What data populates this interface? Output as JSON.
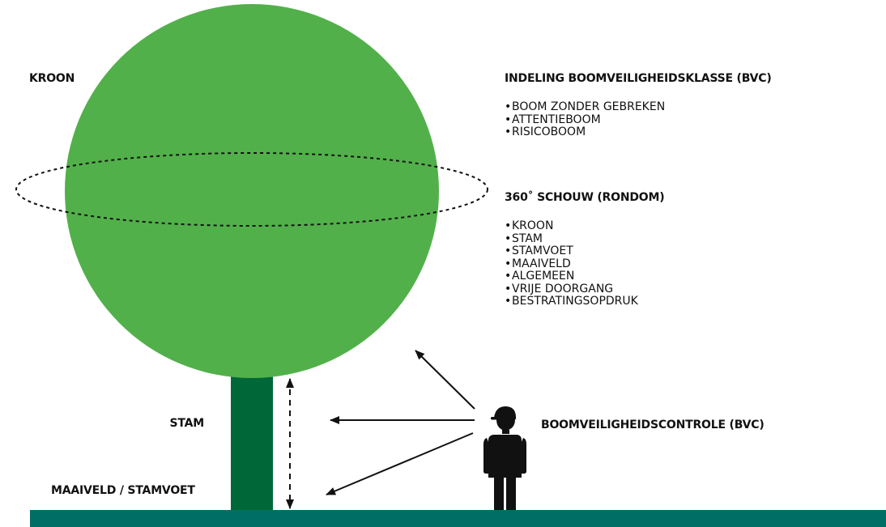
{
  "labels": {
    "kroon": "KROON",
    "stam": "STAM",
    "maaiveld_stamvoet": "MAAIVELD / STAMVOET",
    "bvc_control": "BOOMVEILIGHEIDSCONTROLE (BVC)"
  },
  "classification": {
    "title": "INDELING BOOMVEILIGHEIDSKLASSE (BVC)",
    "items": [
      "BOOM ZONDER GEBREKEN",
      "ATTENTIEBOOM",
      "RISICOBOOM"
    ]
  },
  "inspection": {
    "title": "360˚ SCHOUW (RONDOM)",
    "items": [
      "KROON",
      "STAM",
      "STAMVOET",
      "MAAIVELD",
      "ALGEMEEN",
      "VRIJE DOORGANG",
      "BESTRATINGSOPDRUK"
    ]
  },
  "colors": {
    "crown": "#52b04a",
    "trunk": "#006838",
    "ground": "#006e64",
    "ink": "#111111"
  },
  "icons": {
    "person": "person-with-cap-icon"
  }
}
